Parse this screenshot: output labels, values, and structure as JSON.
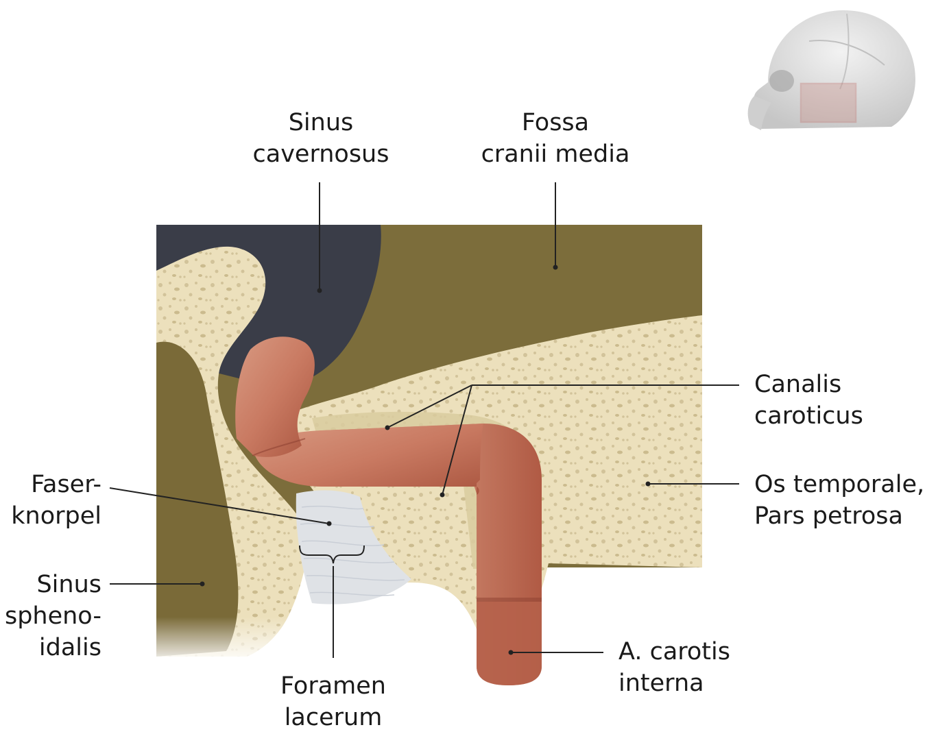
{
  "labels": {
    "sinus_cavernosus": [
      "Sinus",
      "cavernosus"
    ],
    "fossa_cranii_media": [
      "Fossa",
      "cranii media"
    ],
    "canalis_caroticus": [
      "Canalis",
      "caroticus"
    ],
    "os_temporale": [
      "Os temporale,",
      "Pars petrosa"
    ],
    "faserknorpel": [
      "Faser-",
      "knorpel"
    ],
    "sinus_sphenoidalis": [
      "Sinus",
      "spheno-",
      "idalis"
    ],
    "foramen_lacerum": [
      "Foramen",
      "lacerum"
    ],
    "a_carotis_interna": [
      "A. carotis",
      "interna"
    ]
  },
  "colors": {
    "bone": "#ece0bc",
    "bone_pores": "#cdbf95",
    "fossa": "#7c6d3b",
    "sinus_cavernosus": "#3a3d48",
    "sinus_sphenoidalis": "#7a6a38",
    "artery": "#c97a62",
    "artery_dark": "#9e4d3b",
    "cartilage": "#dfe2e6",
    "leader": "#222222",
    "skull": "#d8d8d8",
    "inset_box": "#c0706a"
  },
  "icons": {
    "orientation_skull": "skull-lateral-icon"
  }
}
